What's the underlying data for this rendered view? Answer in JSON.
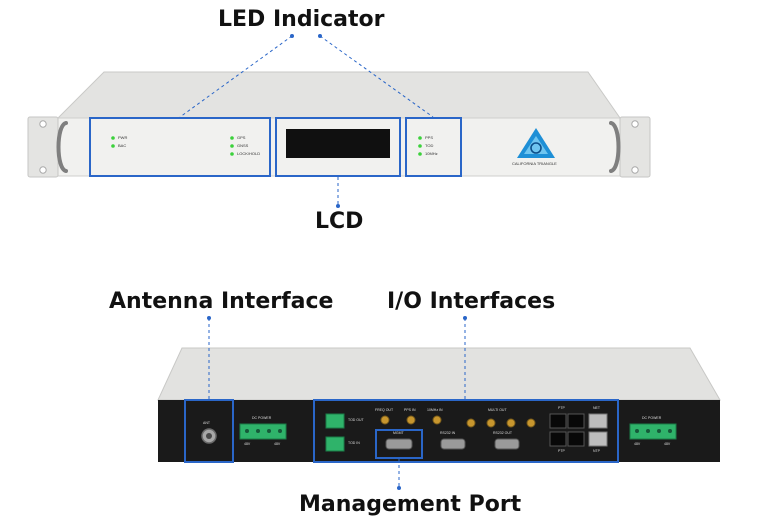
{
  "callouts": {
    "led_indicator": "LED Indicator",
    "lcd": "LCD",
    "antenna_interface": "Antenna Interface",
    "io_interfaces": "I/O Interfaces",
    "management_port": "Management Port"
  },
  "front_panel": {
    "leds_left_a": [
      "PWR",
      "BAC"
    ],
    "leds_left_b": [
      "GPS",
      "GNSS",
      "LOCK/HOLD"
    ],
    "leds_right": [
      "PPS",
      "TOD",
      "10MHz"
    ],
    "brand": "CALIFORNIA TRIANGLE"
  },
  "rear_panel": {
    "ant_label": "ANT",
    "dc_power_label": "DC POWER",
    "dc_left_pins": [
      "48V",
      "48V"
    ],
    "dc_right_pins": [
      "48V",
      "48V"
    ],
    "tod_out_label": "TOD OUT",
    "tod_in_label": "TOD IN",
    "freq_out_label": "FREQ OUT",
    "pps_in_label": "PPS IN",
    "tenmhz_in_label": "10MHz IN",
    "multi_out_label": "MULTI OUT",
    "mgmt_label": "MGMT",
    "serial_in_label": "RS232 IN",
    "serial_out_label": "RS232 OUT",
    "ptp_top_label": "PTP",
    "ptp_bottom_label": "PTP",
    "net_label": "NET",
    "ntp_label": "NTP"
  },
  "colors": {
    "callout_blue": "#2a66c8",
    "led_green": "#3bd13b",
    "chassis_front": "#efefee",
    "chassis_rear": "#1a1a1a",
    "terminal_green": "#2fb36a",
    "sma_gold": "#c7962e"
  }
}
